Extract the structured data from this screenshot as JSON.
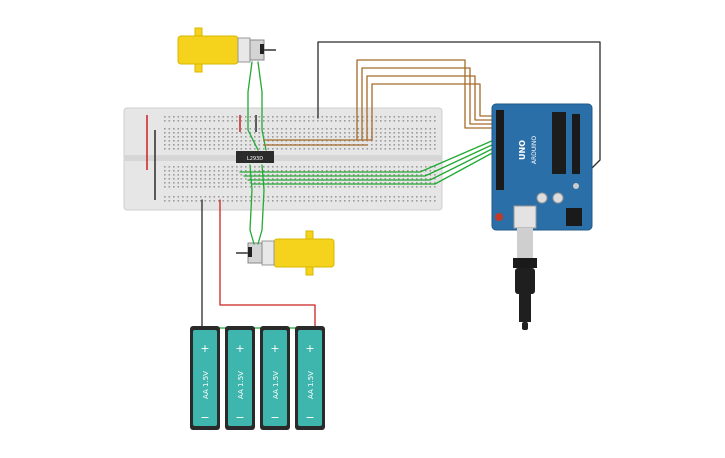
{
  "circuit": {
    "chip_label": "L293D",
    "board_brand": "UNO",
    "board_name": "ARDUINO",
    "battery_label": "AA 1.5V",
    "battery_plus": "+",
    "battery_minus": "−",
    "battery_count": 4
  },
  "colors": {
    "wire_black": "#2b2b2b",
    "wire_red": "#cc2222",
    "wire_green": "#22aa33",
    "wire_brown": "#a66a2a",
    "breadboard": "#e4e4e4",
    "motor_yellow": "#f5d21b",
    "arduino_blue": "#2a6fa8",
    "battery_teal": "#3fb6ad"
  }
}
